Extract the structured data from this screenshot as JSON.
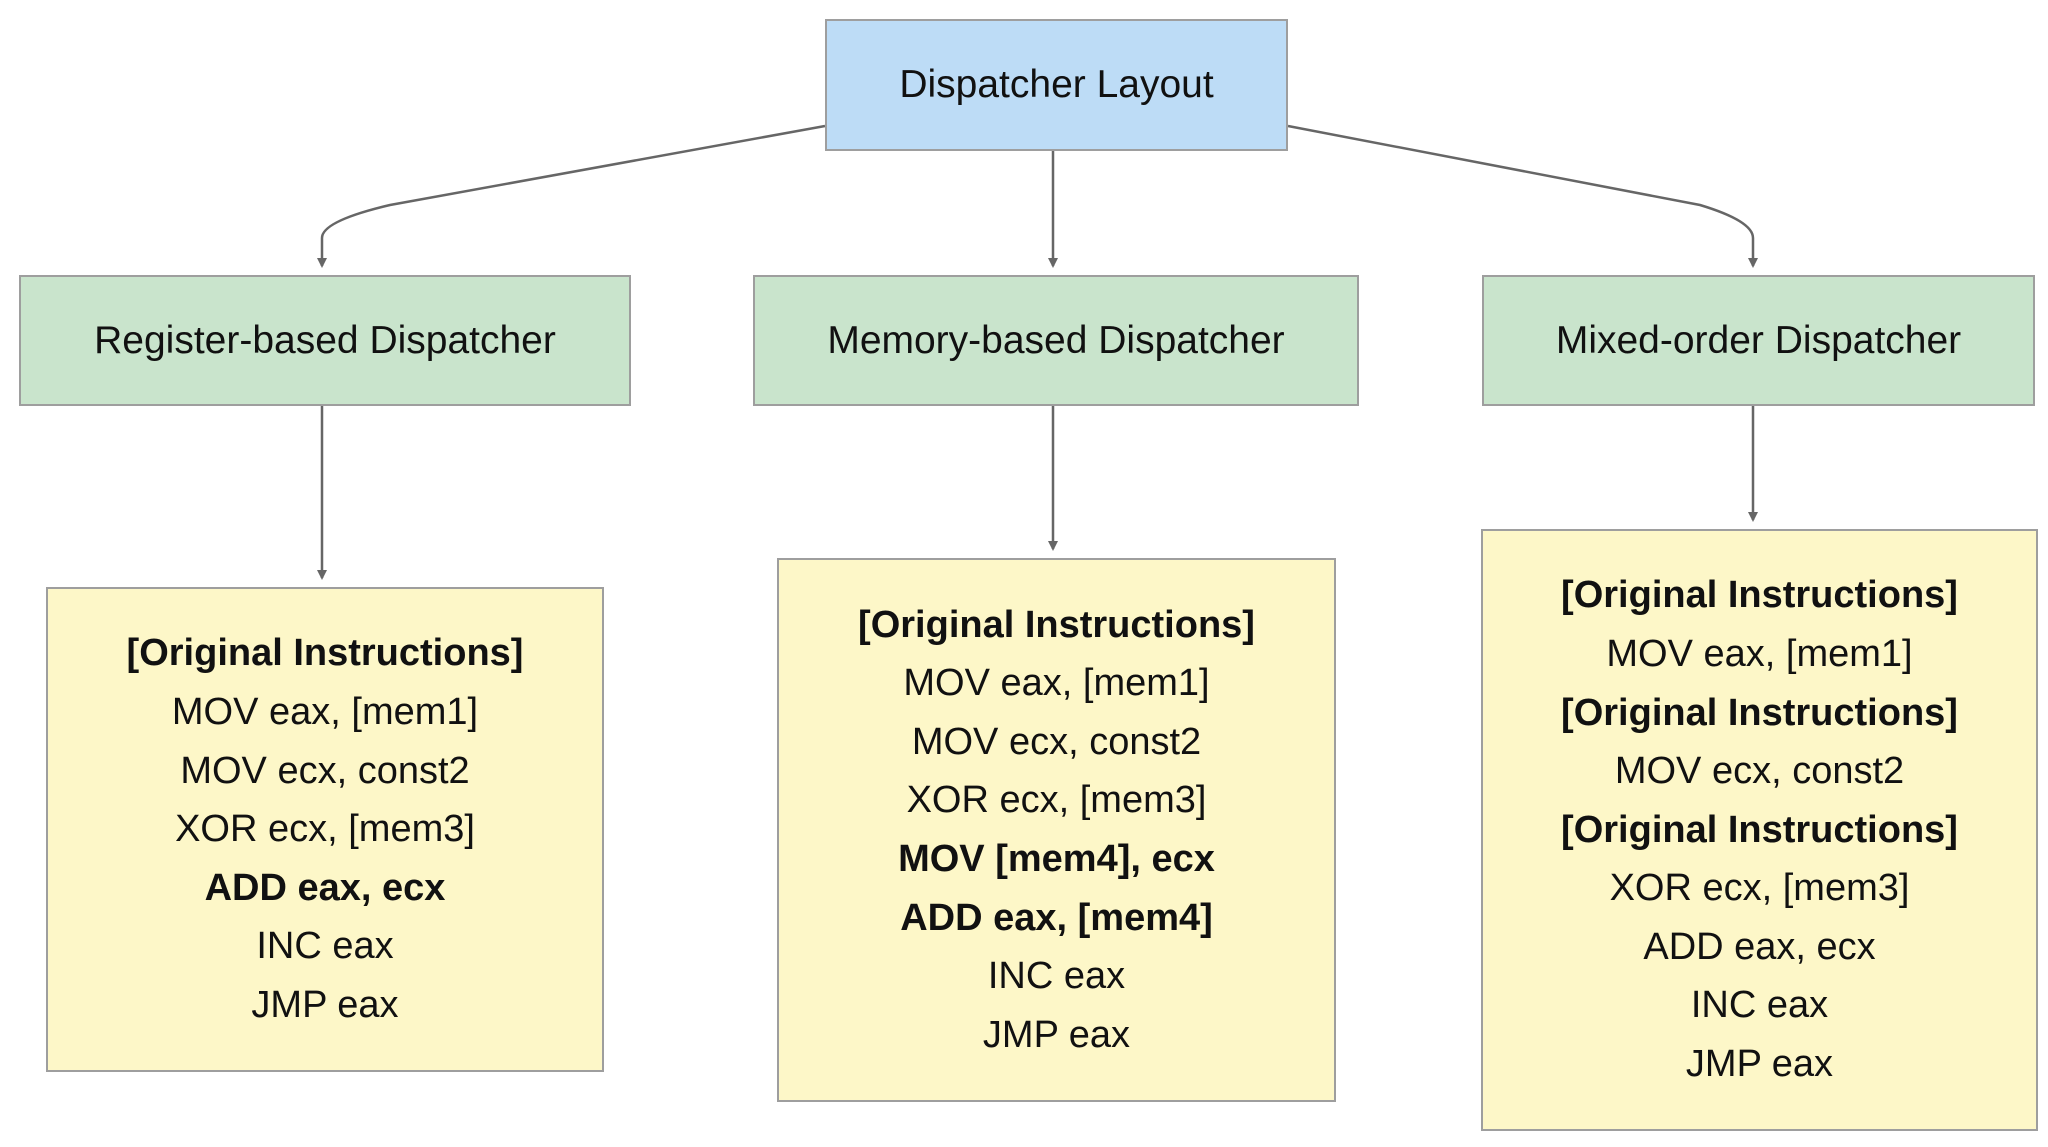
{
  "root": {
    "label": "Dispatcher Layout",
    "color": "#bddcf6"
  },
  "dispatchers": [
    {
      "label": "Register-based Dispatcher",
      "color": "#c9e4cc",
      "code_color": "#fdf7c8",
      "lines": [
        {
          "text": "[Original Instructions]",
          "bold": true
        },
        {
          "text": "MOV eax, [mem1]",
          "bold": false
        },
        {
          "text": "MOV ecx, const2",
          "bold": false
        },
        {
          "text": "XOR ecx, [mem3]",
          "bold": false
        },
        {
          "text": "ADD eax, ecx",
          "bold": true
        },
        {
          "text": "INC eax",
          "bold": false
        },
        {
          "text": "JMP eax",
          "bold": false
        }
      ]
    },
    {
      "label": "Memory-based Dispatcher",
      "color": "#c9e4cc",
      "code_color": "#fdf7c8",
      "lines": [
        {
          "text": "[Original Instructions]",
          "bold": true
        },
        {
          "text": "MOV eax, [mem1]",
          "bold": false
        },
        {
          "text": "MOV ecx, const2",
          "bold": false
        },
        {
          "text": "XOR ecx, [mem3]",
          "bold": false
        },
        {
          "text": "MOV [mem4], ecx",
          "bold": true
        },
        {
          "text": "ADD eax, [mem4]",
          "bold": true
        },
        {
          "text": "INC eax",
          "bold": false
        },
        {
          "text": "JMP eax",
          "bold": false
        }
      ]
    },
    {
      "label": "Mixed-order Dispatcher",
      "color": "#c9e4cc",
      "code_color": "#fdf7c8",
      "lines": [
        {
          "text": "[Original Instructions]",
          "bold": true
        },
        {
          "text": "MOV eax, [mem1]",
          "bold": false
        },
        {
          "text": "[Original Instructions]",
          "bold": true
        },
        {
          "text": "MOV ecx, const2",
          "bold": false
        },
        {
          "text": "[Original Instructions]",
          "bold": true
        },
        {
          "text": "XOR ecx, [mem3]",
          "bold": false
        },
        {
          "text": "ADD eax, ecx",
          "bold": false
        },
        {
          "text": "INC eax",
          "bold": false
        },
        {
          "text": "JMP eax",
          "bold": false
        }
      ]
    }
  ],
  "edge_color": "#666666"
}
